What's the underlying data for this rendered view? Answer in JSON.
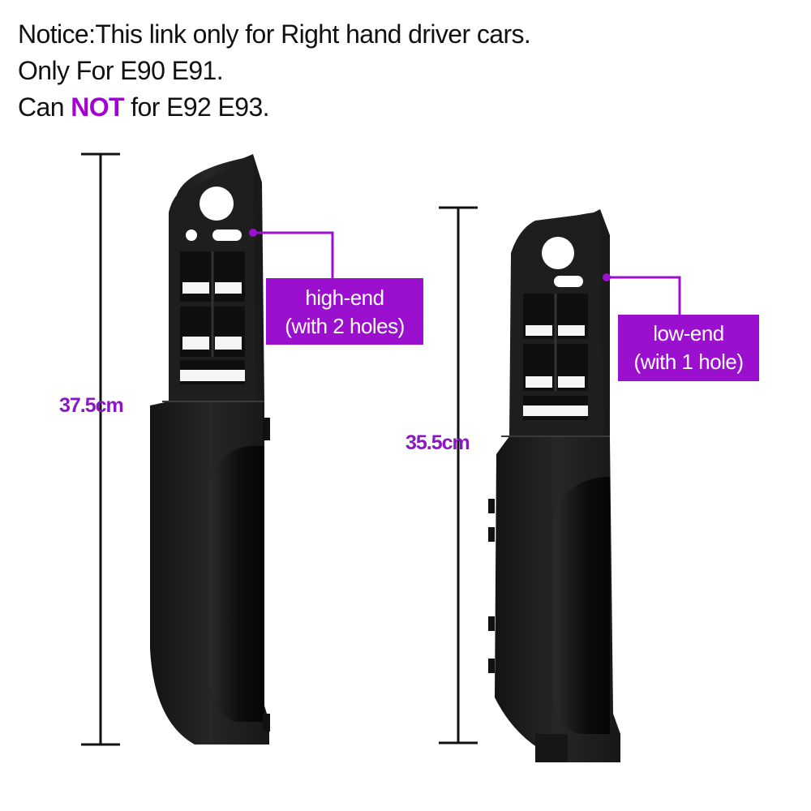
{
  "notice": {
    "line1": "Notice:This link only for Right hand driver cars.",
    "line2": "Only For E90 E91.",
    "line3_before": "Can ",
    "line3_highlight": "NOT",
    "line3_after": " for E92 E93."
  },
  "left_part": {
    "dimension": "37.5cm",
    "callout_line1": "high-end",
    "callout_line2": "(with 2 holes)"
  },
  "right_part": {
    "dimension": "35.5cm",
    "callout_line1": "low-end",
    "callout_line2": "(with 1 hole)"
  },
  "colors": {
    "accent": "#9b10cf",
    "label": "#8b17c4",
    "part": "#1f1f1f"
  }
}
